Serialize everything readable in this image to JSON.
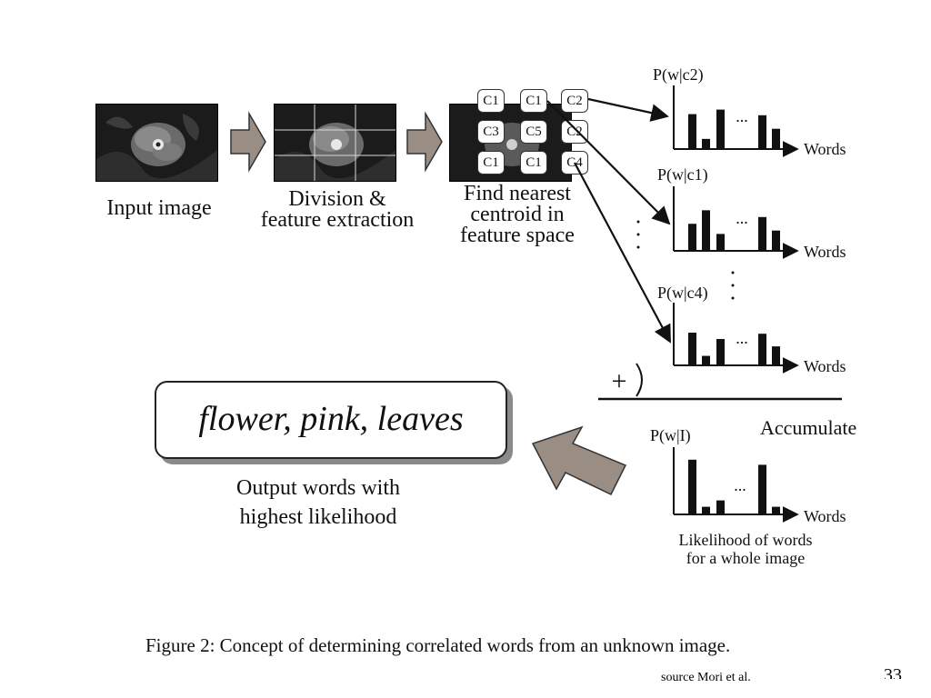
{
  "steps": {
    "input": "Input image",
    "division": [
      "Division &",
      "feature extraction"
    ],
    "nearest": [
      "Find nearest",
      "centroid in",
      "feature space"
    ]
  },
  "centroids": [
    [
      "C1",
      "C1",
      "C2"
    ],
    [
      "C3",
      "C5",
      "C2"
    ],
    [
      "C1",
      "C1",
      "C4"
    ]
  ],
  "histograms": [
    {
      "title": "P(w|c2)",
      "axis": "Words",
      "ellipsis": "...",
      "bars": [
        0.62,
        0.18,
        0.7,
        0.6,
        0.36
      ]
    },
    {
      "title": "P(w|c1)",
      "axis": "Words",
      "ellipsis": "...",
      "bars": [
        0.48,
        0.72,
        0.3,
        0.6,
        0.36
      ]
    },
    {
      "title": "P(w|c4)",
      "axis": "Words",
      "ellipsis": "...",
      "bars": [
        0.62,
        0.18,
        0.5,
        0.6,
        0.36
      ]
    }
  ],
  "accumulate": {
    "plus": "+",
    "label": "Accumulate"
  },
  "likelihood": {
    "title": "P(w|I)",
    "axis": "Words",
    "ellipsis": "...",
    "bars": [
      0.86,
      0.12,
      0.22,
      0.78,
      0.12
    ],
    "caption": [
      "Likelihood of words",
      "for a whole image"
    ]
  },
  "output": {
    "words": "flower, pink, leaves",
    "caption": [
      "Output words with",
      "highest likelihood"
    ]
  },
  "figure_caption": "Figure 2:  Concept of determining correlated words from an unknown image.",
  "source": "source Mori et al.",
  "page_number": "33"
}
